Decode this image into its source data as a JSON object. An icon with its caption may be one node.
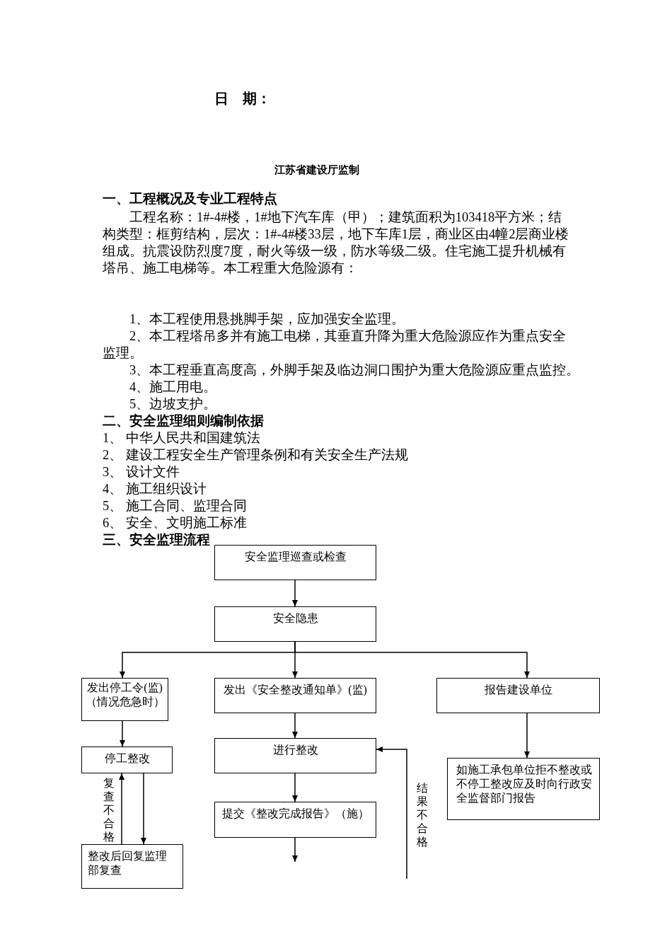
{
  "diagram": {
    "nodes": [
      {
        "text": [
          "安全监理巡查或检查"
        ]
      },
      {
        "text": [
          "安全隐患"
        ]
      },
      {
        "text": [
          "发出停工令(监)（情况危急时）"
        ]
      },
      {
        "text": [
          "发出《安全整改通知单》(监)"
        ]
      },
      {
        "text": [
          "报告建设单位"
        ]
      },
      {
        "text": [
          "停工整改"
        ]
      },
      {
        "text": [
          "进行整改"
        ]
      },
      {
        "text": [
          "如施工承包单位拒不整改或不停工整改应及时向行政安全监督部门报告"
        ]
      },
      {
        "text": [
          "提交《整改完成报告》（施）"
        ]
      },
      {
        "text": [
          "整改后回复监理部复查"
        ]
      }
    ],
    "edges": [
      {
        "from": 0,
        "to": 1,
        "arrow": "to"
      },
      {
        "from": 1,
        "to": 2,
        "arrow": "to"
      },
      {
        "from": 1,
        "to": 3,
        "arrow": "to"
      },
      {
        "from": 1,
        "to": 4,
        "arrow": "to"
      },
      {
        "from": 2,
        "to": 5,
        "arrow": "to"
      },
      {
        "from": 3,
        "to": 6,
        "arrow": "to"
      },
      {
        "from": 4,
        "to": 7,
        "arrow": "to"
      },
      {
        "from": 5,
        "to": 9,
        "arrow": "to"
      },
      {
        "from": 9,
        "to": 5,
        "arrow": "to",
        "label": "复查不合格"
      },
      {
        "from": 6,
        "to": 8,
        "arrow": "to"
      },
      {
        "from": 8,
        "to": null,
        "arrow": "to"
      },
      {
        "from": null,
        "to": 6,
        "arrow": "to",
        "label": "结果不合格"
      }
    ],
    "labels": [
      "日　期：",
      "江苏省建设厅监制",
      "一、工程概况及专业工程特点",
      "工程名称：1#-4#楼，1#地下汽车库（甲）；建筑面积为103418平方米；结构类型：框剪结构，层次：1#-4#楼33层，地下车库1层，商业区由4幢2层商业楼组成。抗震设防烈度7度，耐火等级一级，防水等级二级。住宅施工提升机械有塔吊、施工电梯等。本工程重大危险源有：",
      "1、本工程使用悬挑脚手架，应加强安全监理。",
      "2、本工程塔吊多并有施工电梯，其垂直升降为重大危险源应作为重点安全监理。",
      "3、本工程垂直高度高，外脚手架及临边洞口围护为重大危险源应重点监控。",
      "4、施工用电。",
      "5、边坡支护。",
      "二、安全监理细则编制依据",
      "1、 中华人民共和国建筑法",
      "2、 建设工程安全生产管理条例和有关安全生产法规",
      "3、 设计文件",
      "4、 施工组织设计",
      "5、 施工合同、监理合同",
      "6、 安全、文明施工标准",
      "三、安全监理流程"
    ]
  }
}
